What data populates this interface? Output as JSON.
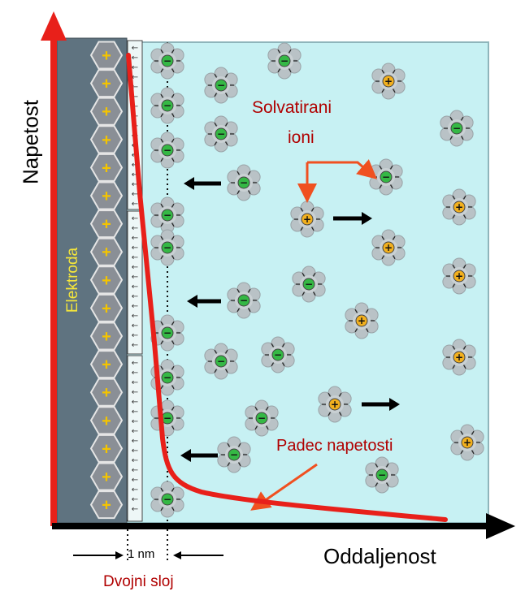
{
  "labels": {
    "y_axis": "Napetost",
    "x_axis": "Oddaljenost",
    "electrode": "Elektroda",
    "solvated_line1": "Solvatirani",
    "solvated_line2": "ioni",
    "voltage_drop": "Padec napetosti",
    "distance_scale": "1 nm",
    "double_layer": "Dvojni sloj"
  },
  "symbols": {
    "plus": "+",
    "minus": "−",
    "water_dipole": "←"
  },
  "colors": {
    "electrolyte": "#c7f1f3",
    "electrode": "#5f7380",
    "hexagon": "#8a8f96",
    "plus_sign": "#f4c400",
    "anion": "#35b845",
    "cation": "#f2b01e",
    "curve": "#e8201a",
    "axis_y": "#e8201a",
    "axis_x": "#000000",
    "label_red": "#b00000",
    "electrode_text": "#f5e63a",
    "pointer": "#f05020"
  },
  "icons": {
    "electrode_hexagon": "hexagon-plus-icon",
    "anion": "solvated-anion-icon",
    "cation": "solvated-cation-icon",
    "water": "water-dipole-icon"
  }
}
